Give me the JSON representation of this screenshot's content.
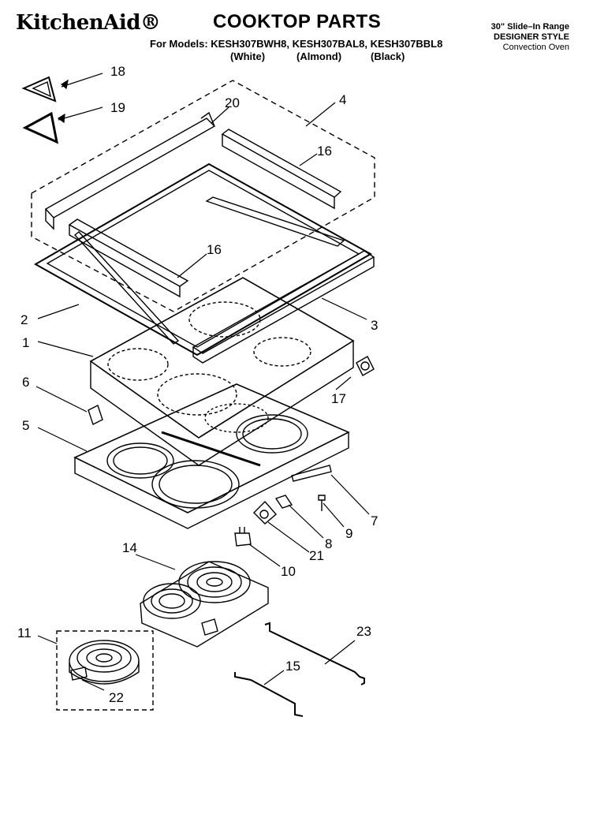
{
  "header": {
    "brand": "KitchenAid®",
    "title": "COOKTOP PARTS",
    "models": "For Models: KESH307BWH8, KESH307BAL8, KESH307BBL8",
    "finish_white": "(White)",
    "finish_almond": "(Almond)",
    "finish_black": "(Black)",
    "range_type": "30\" Slide–In Range",
    "style": "DESIGNER STYLE",
    "oven": "Convection Oven"
  },
  "callouts": [
    "18",
    "19",
    "20",
    "4",
    "16",
    "16",
    "2",
    "3",
    "1",
    "6",
    "17",
    "5",
    "7",
    "9",
    "8",
    "21",
    "10",
    "14",
    "23",
    "11",
    "15",
    "22"
  ]
}
